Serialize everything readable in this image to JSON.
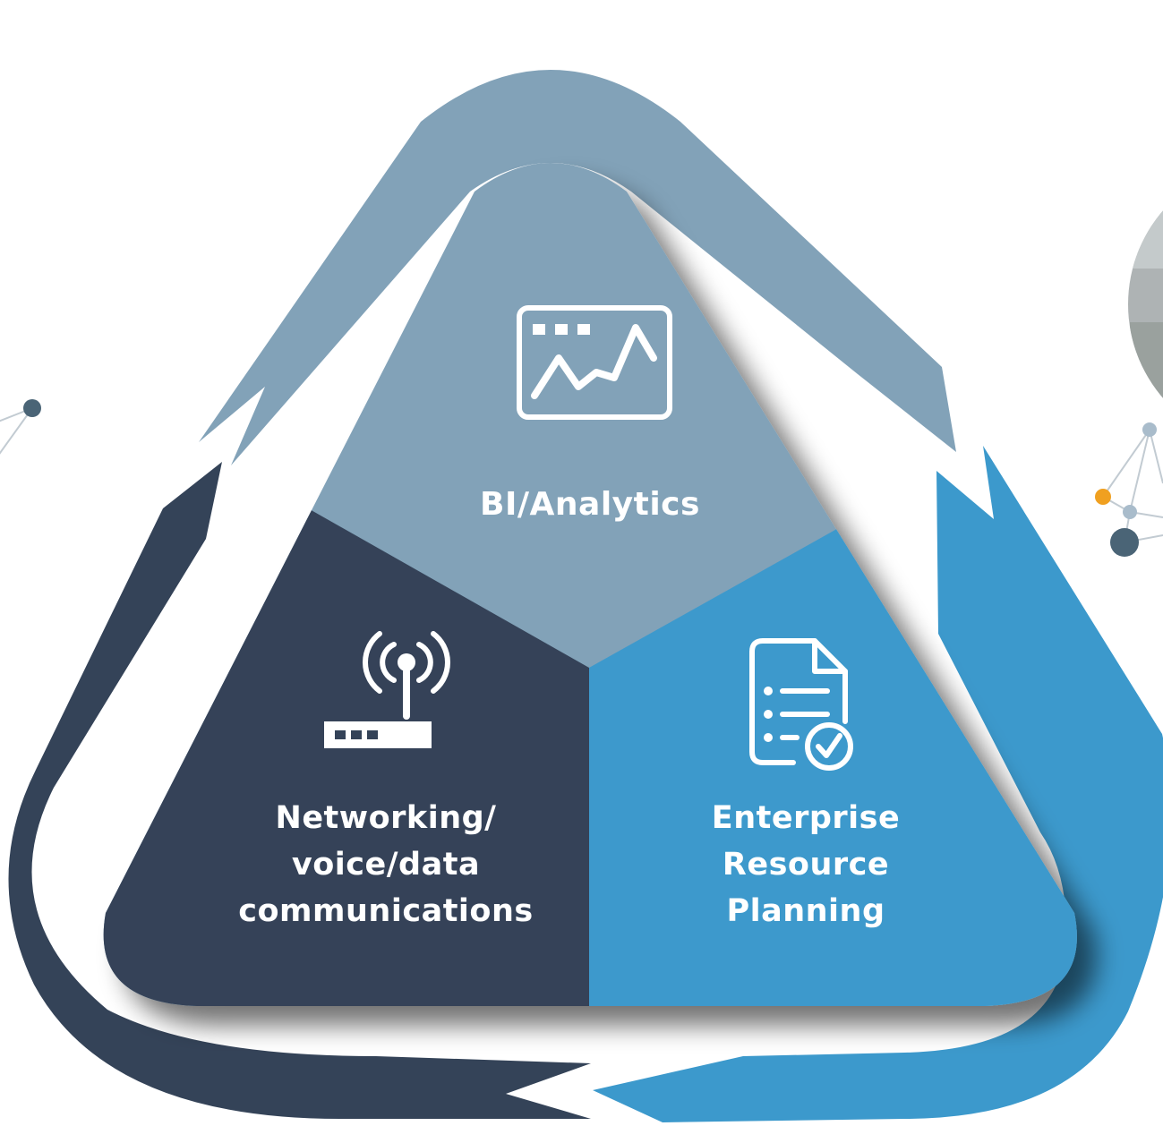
{
  "colors": {
    "slate": "#82a2b8",
    "navy": "#344358",
    "blue": "#3c99cc",
    "white": "#ffffff",
    "node_orange": "#f0a020",
    "node_dark": "#4a6476",
    "node_light": "#a9bccb",
    "line_gray": "#c2cbd2"
  },
  "segments": [
    {
      "id": "bi",
      "lines": [
        "BI/Analytics"
      ],
      "icon": "analytics-chart-icon",
      "color": "slate"
    },
    {
      "id": "networking",
      "lines": [
        "Networking/",
        "voice/data",
        "communications"
      ],
      "icon": "wifi-router-icon",
      "color": "navy"
    },
    {
      "id": "erp",
      "lines": [
        "Enterprise",
        "Resource",
        "Planning"
      ],
      "icon": "checklist-document-icon",
      "color": "blue"
    }
  ],
  "arrows": [
    {
      "id": "top",
      "icon": "cycle-arrow-top",
      "color": "slate"
    },
    {
      "id": "left",
      "icon": "cycle-arrow-left",
      "color": "navy"
    },
    {
      "id": "right",
      "icon": "cycle-arrow-right",
      "color": "blue"
    }
  ]
}
